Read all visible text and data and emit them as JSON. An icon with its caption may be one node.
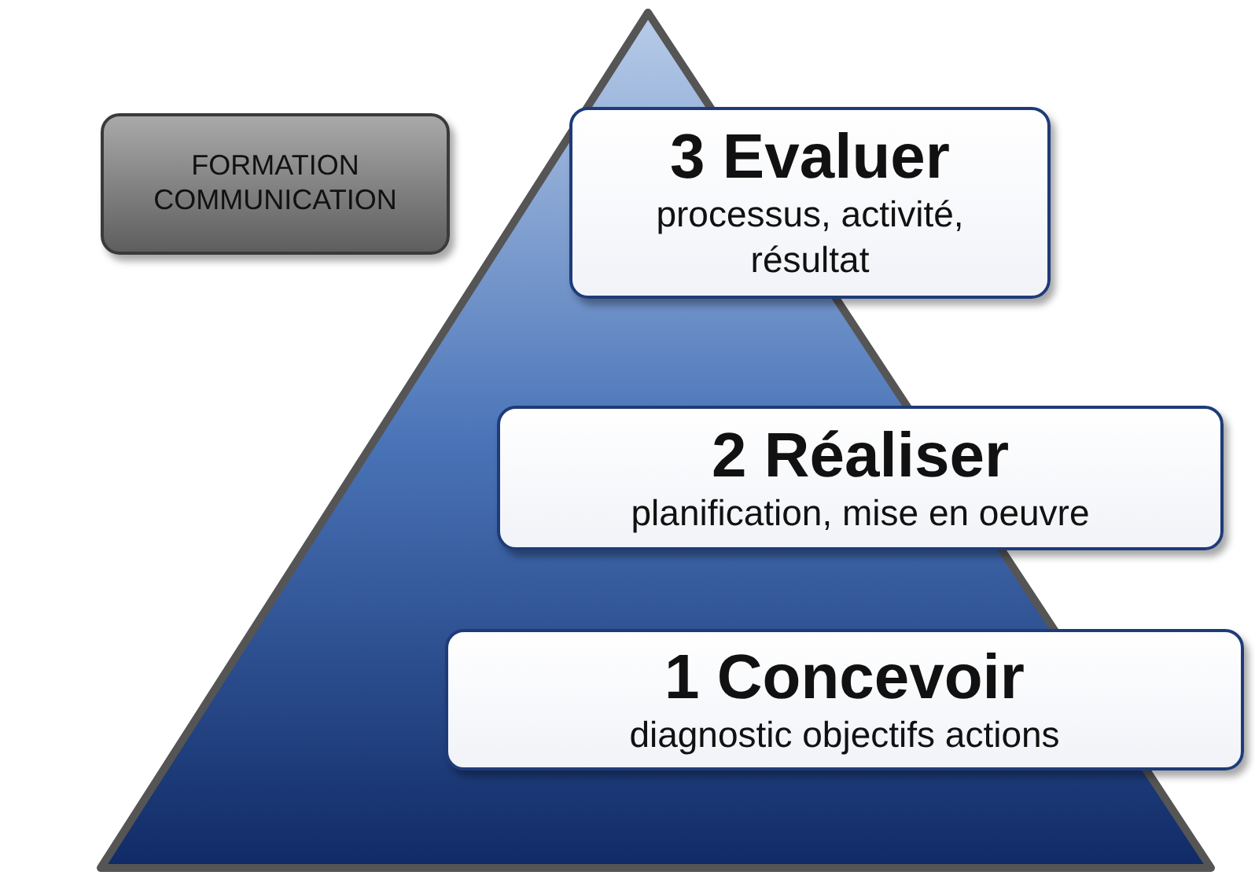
{
  "diagram": {
    "nodes": [
      {
        "text": [
          "FORMATION COMMUNICATION"
        ]
      },
      {
        "text": [
          "3 Evaluer",
          "processus, activité, résultat"
        ]
      },
      {
        "text": [
          "2 Réaliser",
          "planification, mise en oeuvre"
        ]
      },
      {
        "text": [
          "1 Concevoir",
          "diagnostic objectifs actions"
        ]
      }
    ]
  }
}
